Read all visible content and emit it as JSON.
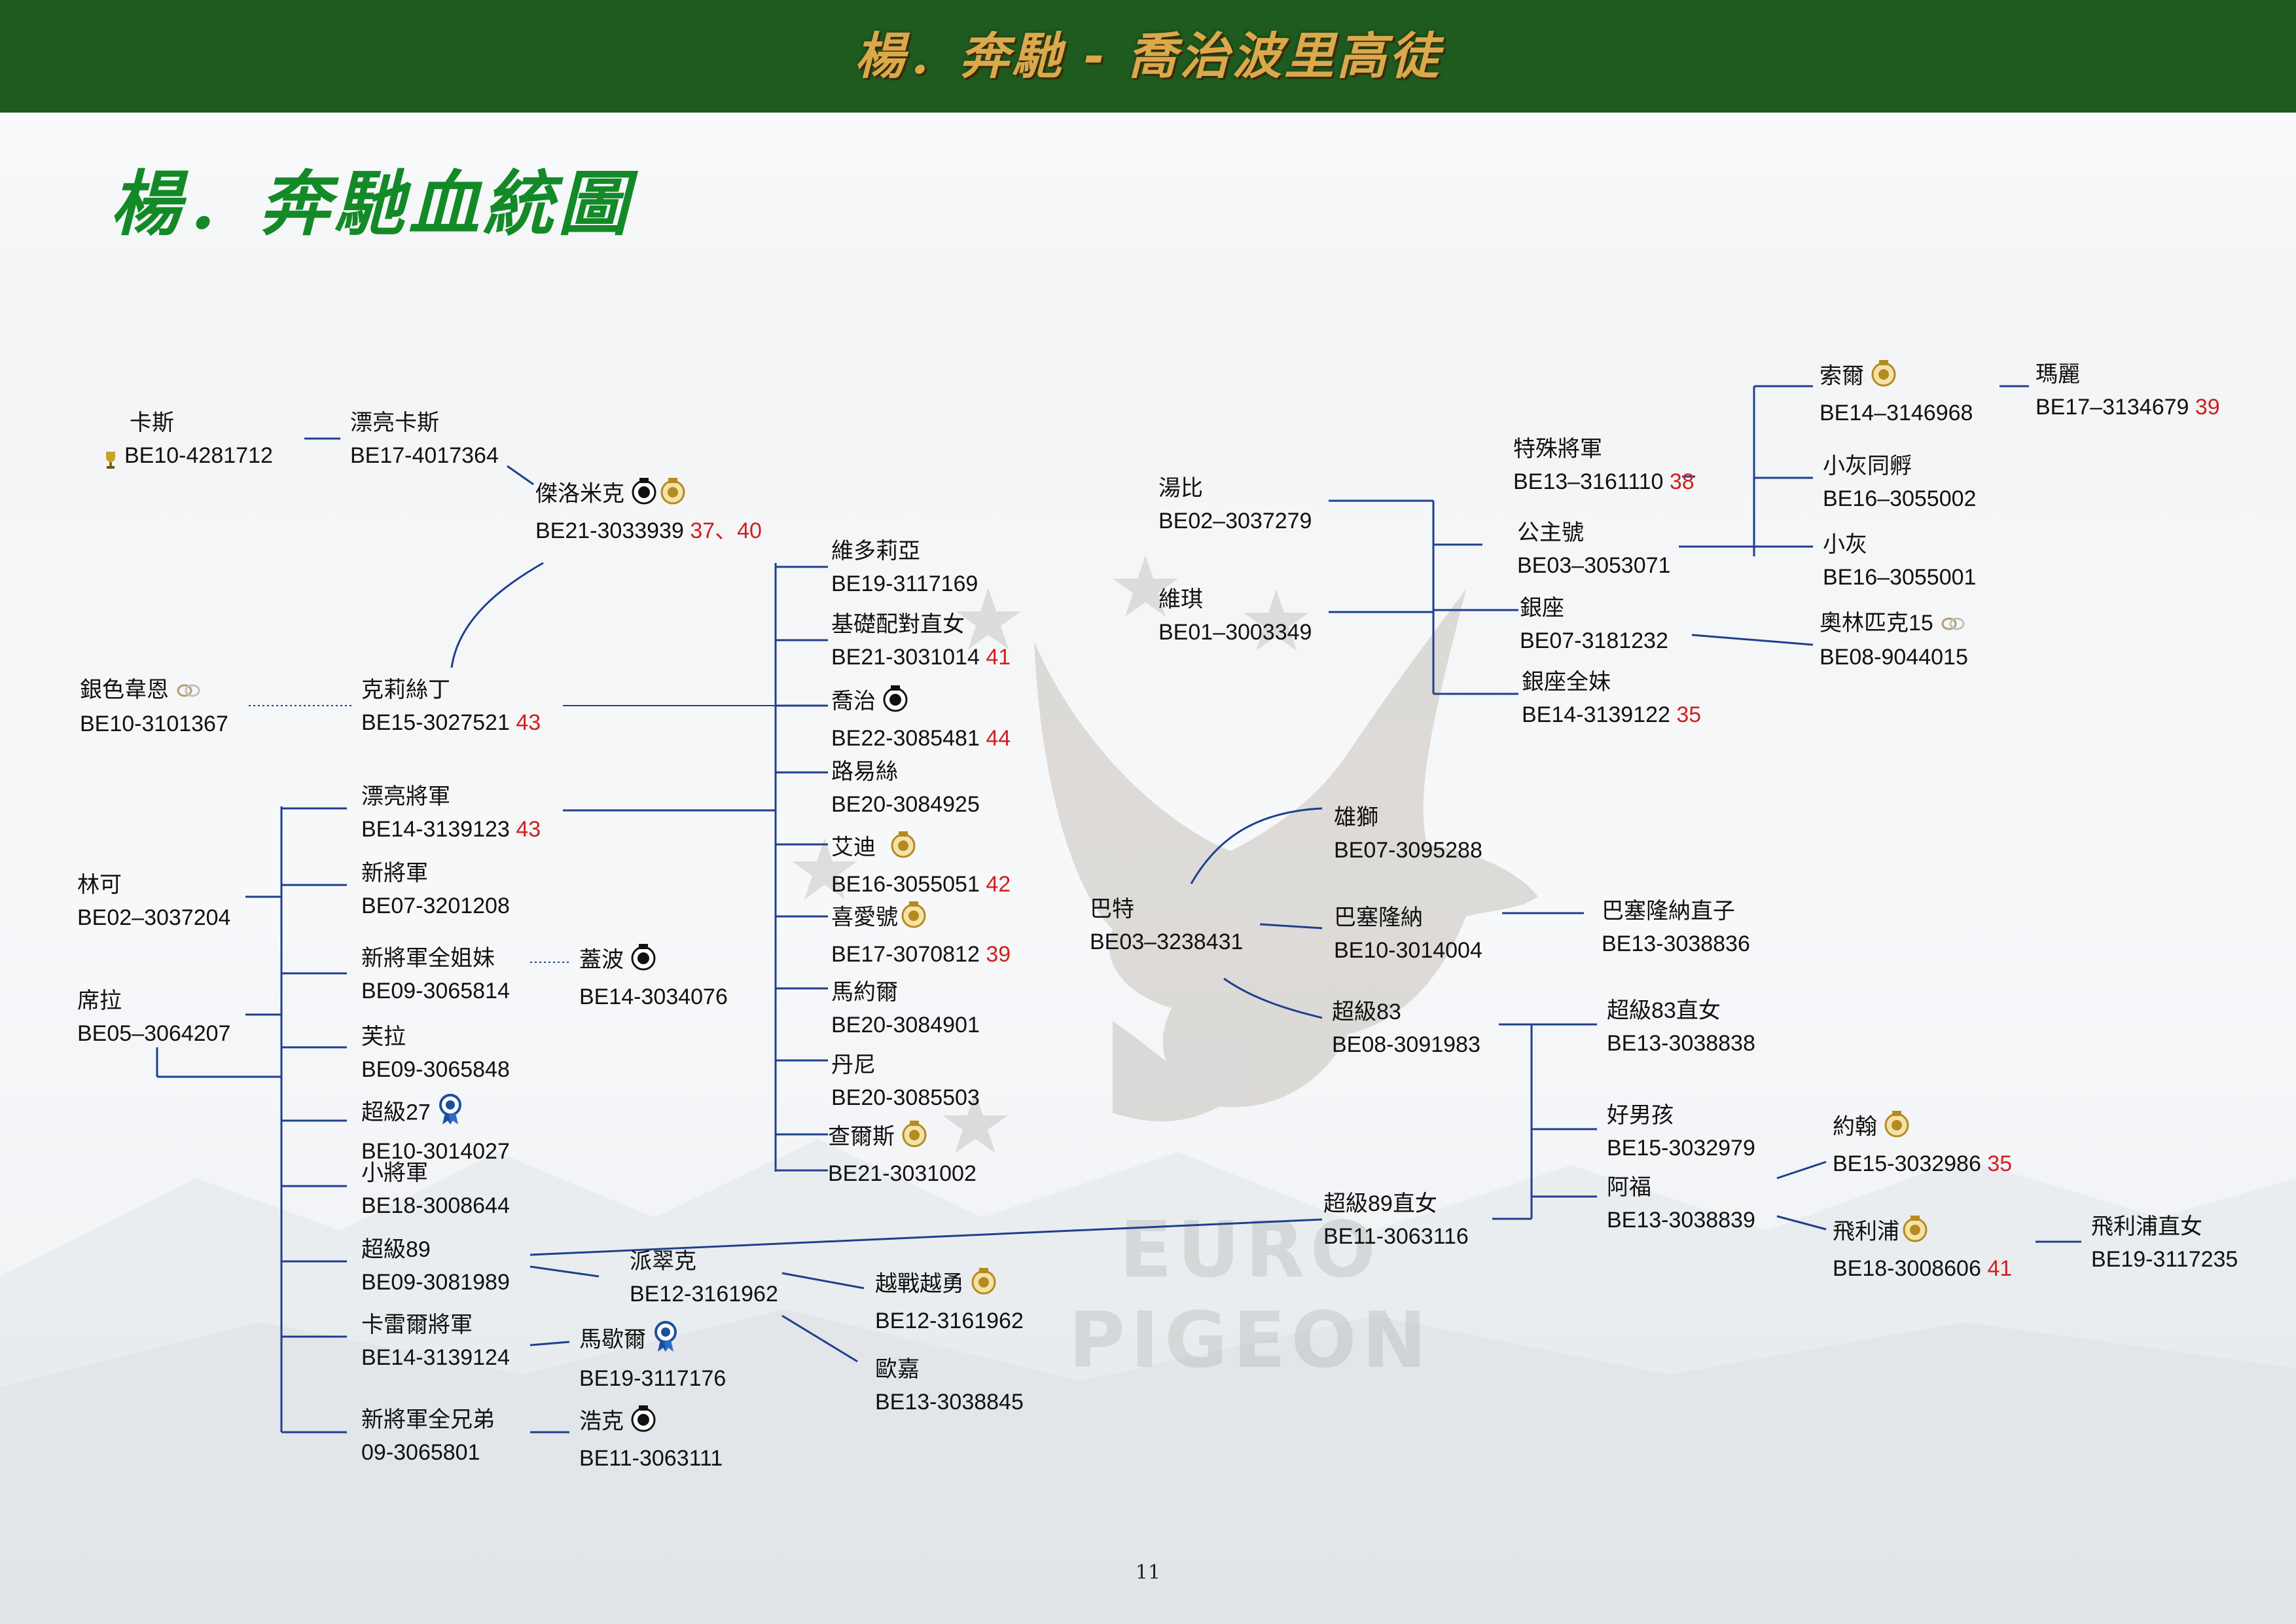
{
  "header": {
    "banner_title": "楊．奔馳 - 喬治波里高徒",
    "page_title": "楊．奔馳血統圖"
  },
  "watermark": "EURO PIGEON",
  "page_number": "11",
  "icons": {
    "trophy": "trophy-icon",
    "ring": "ring-icon",
    "medal_black": "black-medal-icon",
    "medal_gold": "gold-medal-icon",
    "rosette_blue": "blue-rosette-icon"
  },
  "colors": {
    "banner": "#1f5a1f",
    "banner_text": "#d9a94c",
    "title": "#138a27",
    "line": "#1f3f8f",
    "highlight": "#d21f1f"
  },
  "nodes": {
    "n1": {
      "name": "卡斯",
      "ring": "BE10-4281712"
    },
    "n2": {
      "name": "漂亮卡斯",
      "ring": "BE17-4017364"
    },
    "n3": {
      "name": "傑洛米克",
      "ring": "BE21-3033939",
      "extra": " 37、40"
    },
    "n4": {
      "name": "銀色韋恩",
      "ring": "BE10-3101367"
    },
    "n5": {
      "name": "克莉絲丁",
      "ring": "BE15-3027521",
      "extra": " 43"
    },
    "n6": {
      "name": "林可",
      "ring": "BE02–3037204"
    },
    "n7": {
      "name": "席拉",
      "ring": "BE05–3064207"
    },
    "n8": {
      "name": "漂亮將軍",
      "ring": "BE14-3139123",
      "extra": " 43"
    },
    "n9": {
      "name": "新將軍",
      "ring": "BE07-3201208"
    },
    "n10": {
      "name": "新將軍全姐妹",
      "ring": "BE09-3065814"
    },
    "n11": {
      "name": "蓋波",
      "ring": "BE14-3034076"
    },
    "n12": {
      "name": "芙拉",
      "ring": "BE09-3065848"
    },
    "n13": {
      "name": "超級27",
      "ring": "BE10-3014027"
    },
    "n14": {
      "name": "小將軍",
      "ring": "BE18-3008644"
    },
    "n15": {
      "name": "超級89",
      "ring": "BE09-3081989"
    },
    "n16": {
      "name": "卡雷爾將軍",
      "ring": "BE14-3139124"
    },
    "n17": {
      "name": "新將軍全兄弟",
      "ring": "09-3065801"
    },
    "n18": {
      "name": "派翠克",
      "ring": "BE12-3161962"
    },
    "n19": {
      "name": "馬歇爾",
      "ring": "BE19-3117176"
    },
    "n20": {
      "name": "浩克",
      "ring": "BE11-3063111"
    },
    "n21": {
      "name": "越戰越勇",
      "ring": "BE12-3161962"
    },
    "n22": {
      "name": "歐嘉",
      "ring": "BE13-3038845"
    },
    "n23": {
      "name": "維多莉亞",
      "ring": "BE19-3117169"
    },
    "n24": {
      "name": "基礎配對直女",
      "ring": "BE21-3031014",
      "extra": " 41"
    },
    "n25": {
      "name": "喬治",
      "ring": "BE22-3085481",
      "extra": " 44"
    },
    "n26": {
      "name": "路易絲",
      "ring": "BE20-3084925"
    },
    "n27": {
      "name": "艾迪",
      "ring": "BE16-3055051",
      "extra": " 42"
    },
    "n28": {
      "name": "喜愛號",
      "ring": "BE17-3070812",
      "extra": " 39"
    },
    "n29": {
      "name": "馬約爾",
      "ring": "BE20-3084901"
    },
    "n30": {
      "name": "丹尼",
      "ring": "BE20-3085503"
    },
    "n31": {
      "name": "查爾斯",
      "ring": "BE21-3031002"
    },
    "n32": {
      "name": "湯比",
      "ring": "BE02–3037279"
    },
    "n33": {
      "name": "維琪",
      "ring": "BE01–3003349"
    },
    "n34": {
      "name": "特殊將軍",
      "ring": "BE13–3161110",
      "extra": "  38"
    },
    "n35": {
      "name": "公主號",
      "ring": "BE03–3053071"
    },
    "n36": {
      "name": "銀座",
      "ring": "BE07-3181232"
    },
    "n37": {
      "name": "銀座全妹",
      "ring": "BE14-3139122",
      "extra": " 35"
    },
    "n38": {
      "name": "索爾",
      "ring": "BE14–3146968"
    },
    "n39": {
      "name": "瑪麗",
      "ring": "BE17–3134679",
      "extra": " 39"
    },
    "n40": {
      "name": "小灰同孵",
      "ring": "BE16–3055002"
    },
    "n41": {
      "name": "小灰",
      "ring": "BE16–3055001"
    },
    "n42": {
      "name": "奧林匹克15",
      "ring": "BE08-9044015"
    },
    "n43": {
      "name": "巴特",
      "ring": "BE03–3238431"
    },
    "n44": {
      "name": "雄獅",
      "ring": "BE07-3095288"
    },
    "n45": {
      "name": "巴塞隆納",
      "ring": "BE10-3014004"
    },
    "n46": {
      "name": "巴塞隆納直子",
      "ring": "BE13-3038836"
    },
    "n47": {
      "name": "超級83",
      "ring": "BE08-3091983"
    },
    "n48": {
      "name": "超級83直女",
      "ring": "BE13-3038838"
    },
    "n49": {
      "name": "好男孩",
      "ring": "BE15-3032979"
    },
    "n50": {
      "name": "阿福",
      "ring": "BE13-3038839"
    },
    "n51": {
      "name": "超級89直女",
      "ring": "BE11-3063116"
    },
    "n52": {
      "name": "約翰",
      "ring": "BE15-3032986",
      "extra": " 35"
    },
    "n53": {
      "name": "飛利浦",
      "ring": "BE18-3008606",
      "extra": " 41"
    },
    "n54": {
      "name": "飛利浦直女",
      "ring": "BE19-3117235"
    }
  }
}
